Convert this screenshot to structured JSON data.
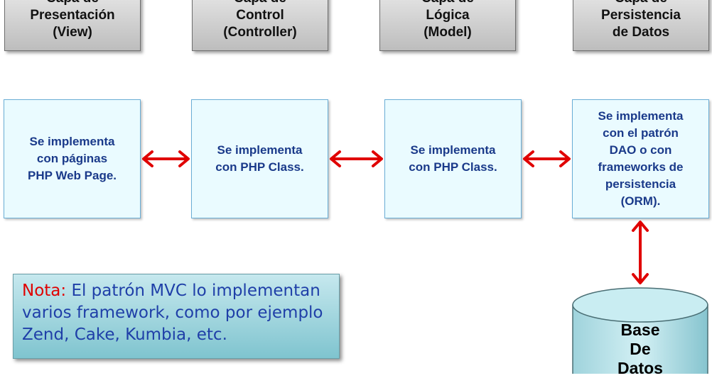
{
  "layers": [
    {
      "lines": [
        "Capa de",
        "Presentación",
        "(View)"
      ]
    },
    {
      "lines": [
        "Capa de",
        "Control",
        "(Controller)"
      ]
    },
    {
      "lines": [
        "Capa de",
        "Lógica",
        "(Model)"
      ]
    },
    {
      "lines": [
        "Capa de",
        "Persistencia",
        "de Datos"
      ]
    }
  ],
  "implementations": [
    {
      "lines": [
        "Se implementa",
        "con páginas",
        "PHP Web Page."
      ]
    },
    {
      "lines": [
        "Se implementa",
        "con PHP Class."
      ]
    },
    {
      "lines": [
        "Se implementa",
        "con PHP Class."
      ]
    },
    {
      "lines": [
        "Se implementa",
        "con el patrón",
        "DAO o con",
        "frameworks de",
        "persistencia",
        "(ORM)."
      ]
    }
  ],
  "note": {
    "label": "Nota:",
    "lines": [
      "El patrón MVC lo implementan",
      "varios framework, como por ejemplo",
      "Zend, Cake, Kumbia, etc."
    ]
  },
  "database": {
    "lines": [
      "Base",
      "De",
      "Datos"
    ]
  },
  "colors": {
    "arrow": "#e00000",
    "impl_text": "#1a3a8a",
    "note_label": "#e00000"
  }
}
